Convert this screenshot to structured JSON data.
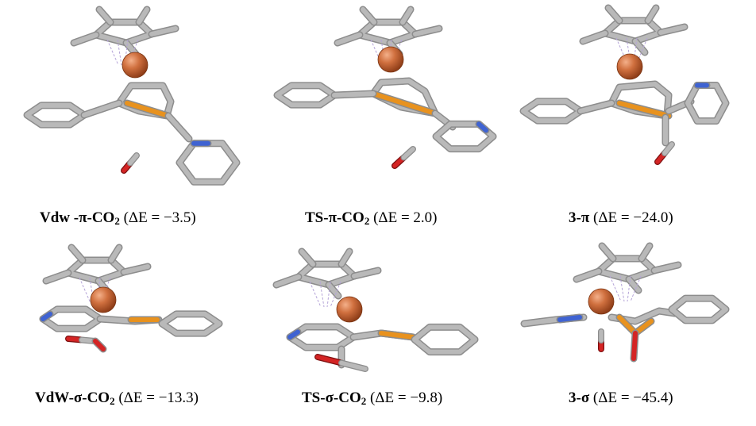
{
  "colors": {
    "bond": "#b9b9b9",
    "bond_edge": "#8d8d8d",
    "atom_metal": "#c8693a",
    "atom_phosphorus": "#e8921e",
    "atom_nitrogen": "#3f63d2",
    "atom_oxygen": "#d42424",
    "hydrogen_bond_dash": "#b5a4d8"
  },
  "panels": [
    {
      "id": "vdw-pi",
      "label_bold": "Vdw -π-CO",
      "label_sub": "2",
      "label_energy": " (ΔE = −3.5)"
    },
    {
      "id": "ts-pi",
      "label_bold": "TS-π-CO",
      "label_sub": "2",
      "label_energy": " (ΔE = 2.0)"
    },
    {
      "id": "3-pi",
      "label_bold": "3-π",
      "label_sub": "",
      "label_energy": " (ΔE = −24.0)"
    },
    {
      "id": "vdw-sigma",
      "label_bold": "VdW-σ-CO",
      "label_sub": "2",
      "label_energy": " (ΔE = −13.3)"
    },
    {
      "id": "ts-sigma",
      "label_bold": "TS-σ-CO",
      "label_sub": "2",
      "label_energy": " (ΔE = −9.8)"
    },
    {
      "id": "3-sigma",
      "label_bold": "3-σ",
      "label_sub": "",
      "label_energy": " (ΔE = −45.4)"
    }
  ]
}
